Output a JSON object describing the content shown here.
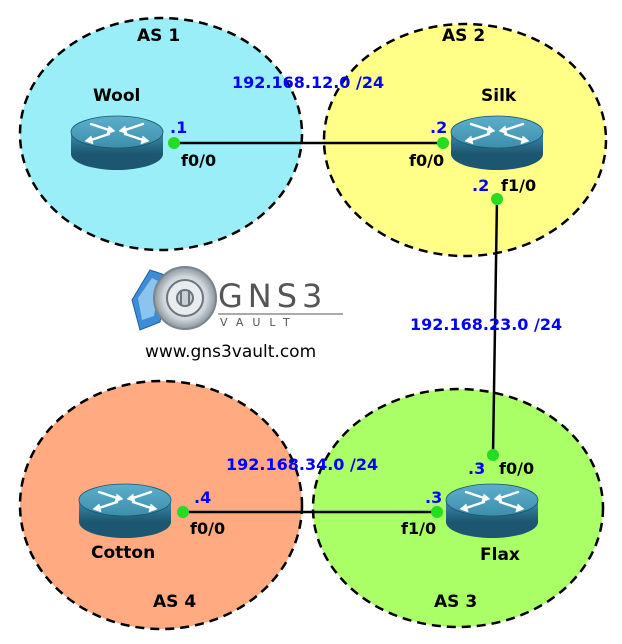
{
  "autonomous_systems": [
    {
      "id": "as1",
      "label": "AS 1",
      "color": "#99EEF7"
    },
    {
      "id": "as2",
      "label": "AS 2",
      "color": "#FFFF88"
    },
    {
      "id": "as3",
      "label": "AS 3",
      "color": "#AAFF66"
    },
    {
      "id": "as4",
      "label": "AS 4",
      "color": "#FFAA80"
    }
  ],
  "routers": [
    {
      "id": "wool",
      "name": "Wool"
    },
    {
      "id": "silk",
      "name": "Silk"
    },
    {
      "id": "flax",
      "name": "Flax"
    },
    {
      "id": "cotton",
      "name": "Cotton"
    }
  ],
  "links": [
    {
      "id": "wool-silk",
      "subnet": "192.168.12.0 /24",
      "a": {
        "router": "Wool",
        "host": ".1",
        "interface": "f0/0"
      },
      "b": {
        "router": "Silk",
        "host": ".2",
        "interface": "f0/0"
      }
    },
    {
      "id": "silk-flax",
      "subnet": "192.168.23.0 /24",
      "a": {
        "router": "Silk",
        "host": ".2",
        "interface": "f1/0"
      },
      "b": {
        "router": "Flax",
        "host": ".3",
        "interface": "f0/0"
      }
    },
    {
      "id": "cotton-flax",
      "subnet": "192.168.34.0 /24",
      "a": {
        "router": "Cotton",
        "host": ".4",
        "interface": "f0/0"
      },
      "b": {
        "router": "Flax",
        "host": ".3",
        "interface": "f1/0"
      }
    }
  ],
  "logo": {
    "title": "GNS3",
    "subtitle": "VAULT",
    "url": "www.gns3vault.com"
  },
  "colors": {
    "endpoint": "#22dd22",
    "link": "#000000",
    "router_body": "#2f7f9c",
    "label_blue": "#0000ff"
  }
}
